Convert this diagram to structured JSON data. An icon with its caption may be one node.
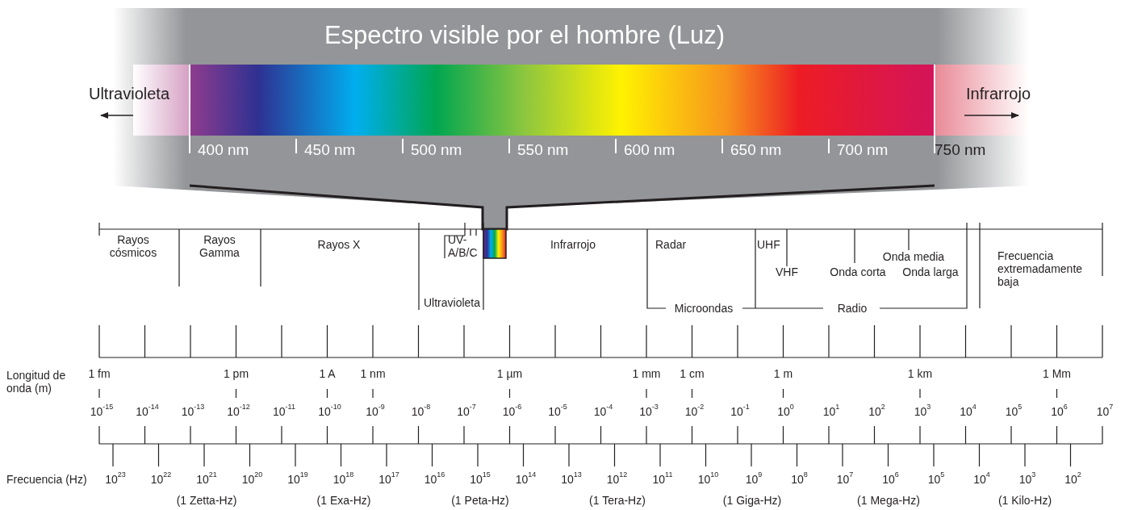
{
  "diagram": {
    "title": "Espectro visible por el hombre (Luz)",
    "labels": [
      "Ultravioleta",
      "Infrarrojo",
      "400 nm",
      "450 nm",
      "500 nm",
      "550 nm",
      "600 nm",
      "650 nm",
      "700 nm",
      "750 nm",
      "Rayos cósmicos",
      "Rayos Gamma",
      "Rayos X",
      "UV- A/B/C",
      "Infrarrojo",
      "Radar",
      "UHF",
      "Onda media",
      "Frecuencia extremadamente baja",
      "VHF",
      "Onda corta",
      "Onda larga",
      "Ultravioleta",
      "Microondas",
      "Radio",
      "Longitud de onda (m)",
      "1 fm",
      "1 pm",
      "1 A",
      "1 nm",
      "1 µm",
      "1 mm",
      "1 cm",
      "1 m",
      "1 km",
      "1 Mm",
      "10$^{-15}$",
      "10$^{-14}$",
      "10$^{-13}$",
      "10$^{-12}$",
      "10$^{-11}$",
      "10$^{-10}$",
      "10$^{-9}$",
      "10$^{-8}$",
      "10$^{-7}$",
      "10$^{-6}$",
      "10$^{-5}$",
      "10$^{-4}$",
      "10$^{-3}$",
      "10$^{-2}$",
      "10$^{-1}$",
      "10$^{0}$",
      "10$^{1}$",
      "10$^{2}$",
      "10$^{3}$",
      "10$^{4}$",
      "10$^{5}$",
      "10$^{6}$",
      "10$^{7}$",
      "Frecuencia (Hz)",
      "10$^{23}$",
      "10$^{22}$",
      "10$^{21}$",
      "10$^{20}$",
      "10$^{19}$",
      "10$^{18}$",
      "10$^{17}$",
      "10$^{16}$",
      "10$^{15}$",
      "10$^{14}$",
      "10$^{13}$",
      "10$^{12}$",
      "10$^{11}$",
      "10$^{10}$",
      "10$^{9}$",
      "10$^{8}$",
      "10$^{7}$",
      "10$^{6}$",
      "10$^{5}$",
      "10$^{4}$",
      "10$^{3}$",
      "10$^{2}$",
      "(1 Zetta-Hz)",
      "(1 Exa-Hz)",
      "(1 Peta-Hz)",
      "(1 Tera-Hz)",
      "(1 Giga-Hz)",
      "(1 Mega-Hz)",
      "(1 Kilo-Hz)"
    ]
  }
}
